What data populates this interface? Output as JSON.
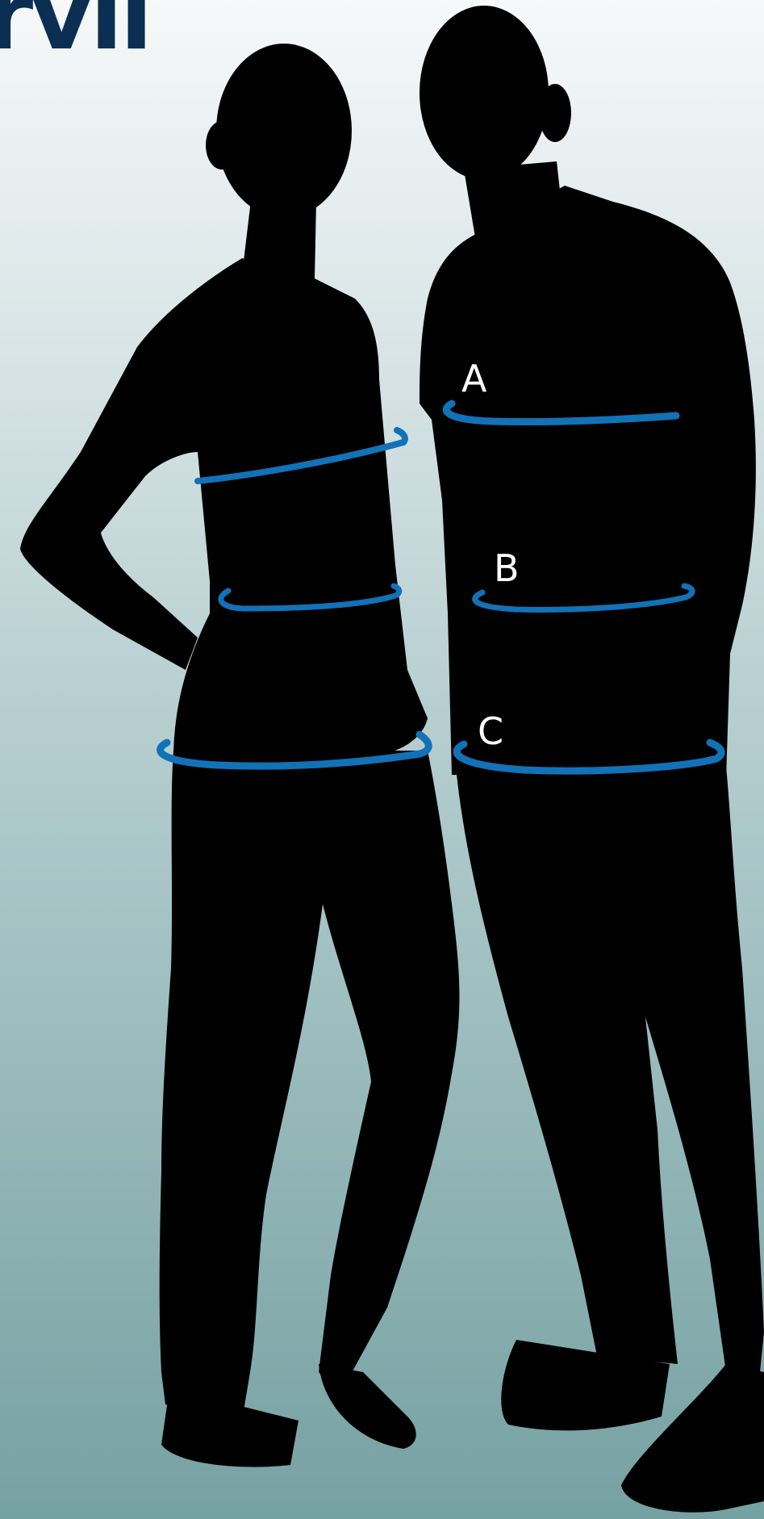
{
  "brand": {
    "text": "rvil",
    "color": "#0b2f52"
  },
  "markers": {
    "a": "A",
    "b": "B",
    "c": "C"
  },
  "colors": {
    "silhouette": "#000000",
    "measure_ring": "#1272b8",
    "label": "#ffffff"
  },
  "icons": {
    "woman": "woman-silhouette-icon",
    "man": "man-silhouette-icon"
  }
}
